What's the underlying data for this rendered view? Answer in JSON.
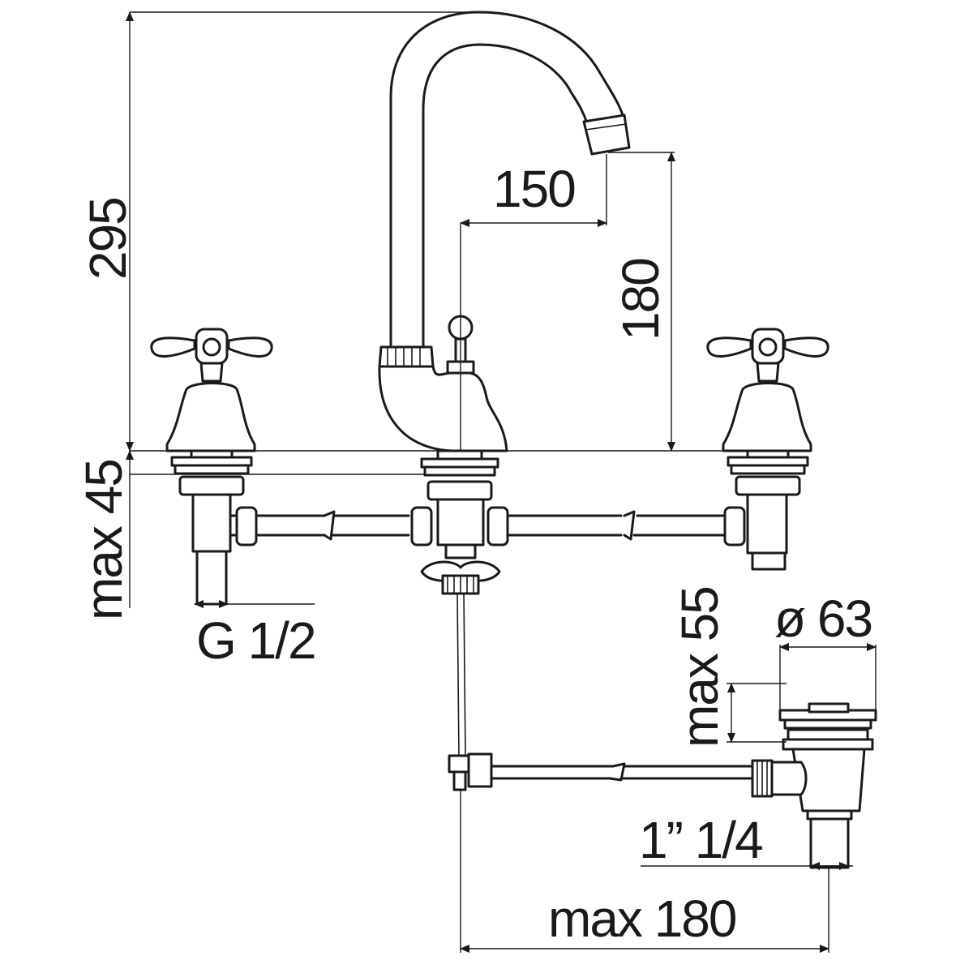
{
  "dimensions": {
    "total_height": "295",
    "spout_reach": "150",
    "spout_height": "180",
    "deck_thickness": "max 45",
    "inlet_thread": "G 1/2",
    "waste_depth": "max 55",
    "waste_diameter": "ø 63",
    "waste_thread": "1” 1/4",
    "pull_rod_length": "max 180"
  }
}
